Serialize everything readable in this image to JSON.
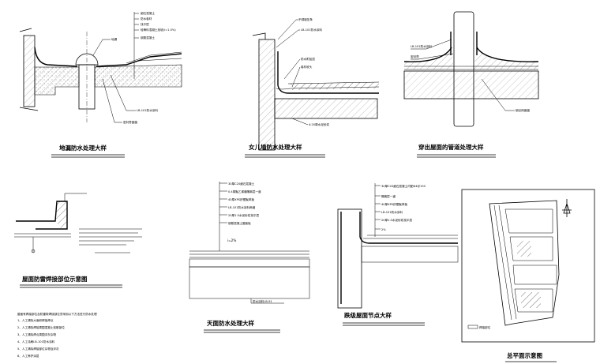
{
  "details": {
    "floor_drain": {
      "title": "地漏防水处理大样",
      "labels": [
        "细石混凝土",
        "防水卷材",
        "找平层",
        "轻骨料混凝土找坡(i=1.5%)",
        "钢筋混凝土",
        "地漏",
        "LB-101防水涂料",
        "密封膏嵌缝"
      ]
    },
    "parapet": {
      "title": "女儿墙防水处理大样",
      "labels": [
        "不锈钢压条",
        "LB-101防水涂料",
        "防水附加层",
        "卷材收头",
        "4:20厚水泥砂浆"
      ]
    },
    "pipe": {
      "title": "穿出屋面的管道处理大样",
      "labels": [
        "LB-101防水涂料",
        "密封膏",
        "钢丝网嵌缝"
      ]
    },
    "lightning": {
      "title": "屋面防雷焊接部位示意图",
      "notes_heading": "屋面有焊接部位及防雷带焊接部位须采用以下方法进行防水处理",
      "notes": [
        "1、人工清除大面积焊接焊点",
        "2、人工清除焊接周围混凝土松散部位",
        "3、人工清除焊点周围浮灰杂物",
        "4、人工涂刷LB-101防水涂料",
        "5、人工清除焊接部位杂物及浮灰",
        "6、人工养护涂层"
      ]
    },
    "roof": {
      "title": "天面防水处理大样",
      "labels": [
        "30厚C20细石混凝土",
        "0.4厚聚乙烯膜隔离层一道",
        "40厚XPS挤塑聚苯板",
        "LB-101防水涂料两道",
        "20厚1:3水泥砂浆找平层",
        "钢筋混凝土屋面板"
      ],
      "slope": "i=2%",
      "bottom_label": "防水涂料LB-91"
    },
    "step_roof": {
      "title": "跌级屋面节点大样",
      "labels": [
        "30厚C20细石混凝土内配Φ4@150",
        "隔离层一道",
        "40厚XPS挤塑聚苯板",
        "LB-101防水涂料",
        "20厚1:3水泥砂浆找平层",
        "2%"
      ]
    },
    "site_plan": {
      "title": "总平面示意图",
      "legend": "焊接部位"
    }
  }
}
